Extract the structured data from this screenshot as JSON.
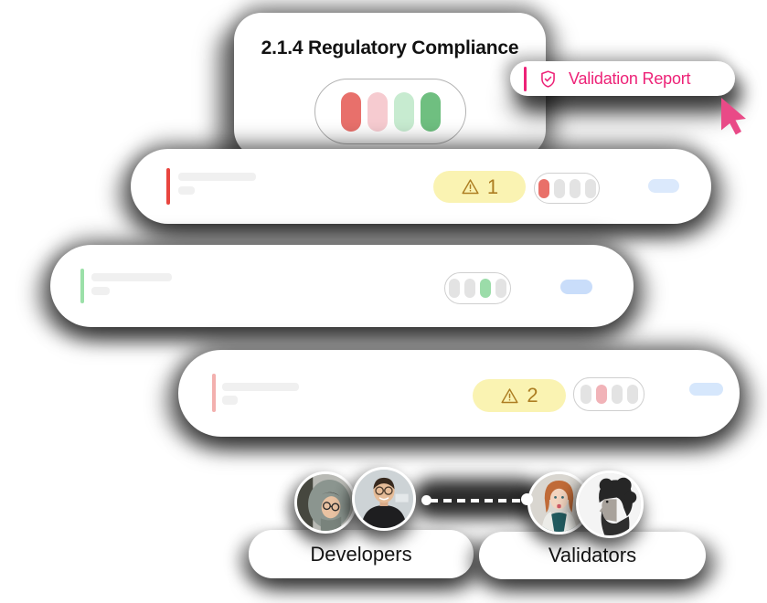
{
  "palette": {
    "accent_pink": "#ED2277",
    "cursor_pink": "#E94A87",
    "red": "#E8706B",
    "light_red": "#F6CBD0",
    "light_green": "#C7EBD0",
    "green": "#6FBF80",
    "bar_red": "#E9453F",
    "bar_green": "#9BE0A8",
    "bar_pink": "#F3B0AE",
    "dot_red": "#E97069",
    "dot_pink": "#F1B3B8",
    "dot_green": "#9BDCA9",
    "dot_gray": "#E3E3E3",
    "badge_bg": "#FAF3B2",
    "badge_text": "#AD7E22",
    "blue_pill_1": "#DBE9FC",
    "blue_pill_2": "#C9DDFA",
    "blue_pill_3": "#D6E7FC",
    "skeleton_gray": "#F0F0F0"
  },
  "top_card": {
    "title": "2.1.4 Regulatory Compliance",
    "segments": [
      "red",
      "light_red",
      "light_green",
      "green"
    ]
  },
  "validation_button": {
    "label": "Validation Report",
    "icon": "shield-check"
  },
  "rows": [
    {
      "warning_count": "1",
      "bar": "bar_red",
      "dots": [
        "dot_red",
        "dot_gray",
        "dot_gray",
        "dot_gray"
      ]
    },
    {
      "warning_count": "",
      "bar": "bar_green",
      "dots": [
        "dot_gray",
        "dot_gray",
        "dot_green",
        "dot_gray"
      ]
    },
    {
      "warning_count": "2",
      "bar": "bar_pink",
      "dots": [
        "dot_gray",
        "dot_pink",
        "dot_gray",
        "dot_gray"
      ]
    }
  ],
  "teams": {
    "developers_label": "Developers",
    "validators_label": "Validators"
  }
}
